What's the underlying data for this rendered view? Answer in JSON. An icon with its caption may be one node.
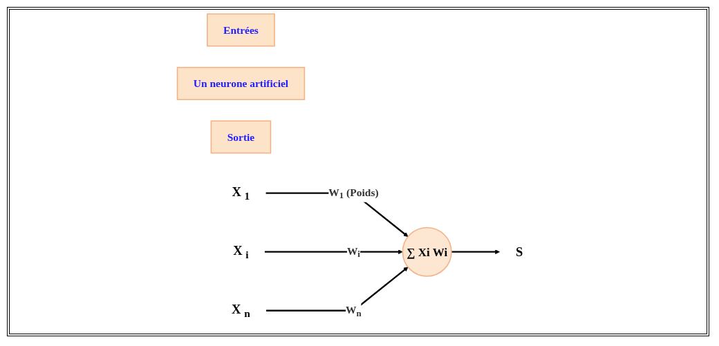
{
  "diagram": {
    "nodes": [
      {
        "text": [
          "Entrées"
        ]
      },
      {
        "text": [
          "Un neurone artificiel"
        ]
      },
      {
        "text": [
          "Sortie"
        ]
      },
      {
        "text": [
          "X $_{1}$"
        ]
      },
      {
        "text": [
          "X $_{i}$"
        ]
      },
      {
        "text": [
          "X $_{n}$"
        ]
      },
      {
        "text": [
          "∑ Xi Wi"
        ]
      },
      {
        "text": [
          "S"
        ]
      }
    ],
    "edges": [
      {
        "from": 3,
        "to": 6,
        "arrow": "to",
        "label": "W$_{1}$ (Poids)"
      },
      {
        "from": 4,
        "to": 6,
        "arrow": "to",
        "label": "W$_{i}$"
      },
      {
        "from": 5,
        "to": 6,
        "arrow": "to",
        "label": "W$_{n}$"
      },
      {
        "from": 6,
        "to": 7,
        "arrow": "to"
      }
    ]
  }
}
